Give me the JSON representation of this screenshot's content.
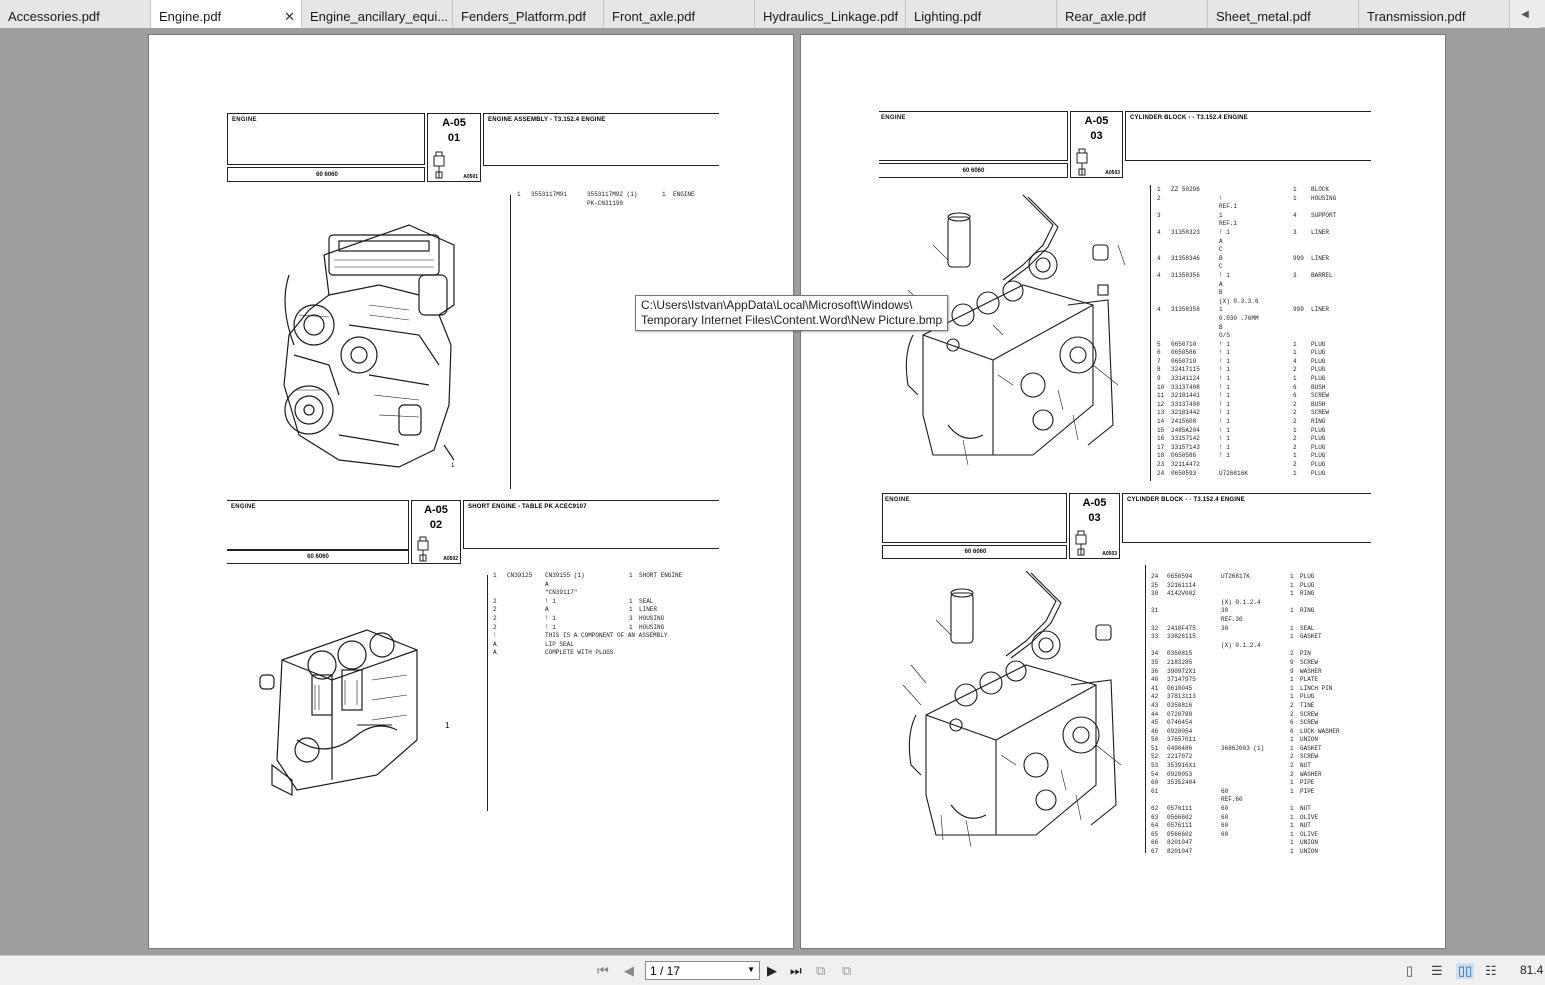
{
  "tabs": [
    {
      "label": "Accessories.pdf",
      "active": false
    },
    {
      "label": "Engine.pdf",
      "active": true
    },
    {
      "label": "Engine_ancillary_equi...",
      "active": false
    },
    {
      "label": "Fenders_Platform.pdf",
      "active": false
    },
    {
      "label": "Front_axle.pdf",
      "active": false
    },
    {
      "label": "Hydraulics_Linkage.pdf",
      "active": false
    },
    {
      "label": "Lighting.pdf",
      "active": false
    },
    {
      "label": "Rear_axle.pdf",
      "active": false
    },
    {
      "label": "Sheet_metal.pdf",
      "active": false
    },
    {
      "label": "Transmission.pdf",
      "active": false
    }
  ],
  "tab_close_glyph": "✕",
  "tooltip": {
    "line1": "C:\\Users\\Istvan\\AppData\\Local\\Microsoft\\Windows\\",
    "line2": "Temporary Internet Files\\Content.Word\\New Picture.bmp"
  },
  "left_page": {
    "block1": {
      "title": "ENGINE",
      "model": "60 6060",
      "ref_a": "A-05",
      "ref_b": "01",
      "plate": "A0501",
      "desc": "ENGINE ASSEMBLY - T3.152.4 ENGINE",
      "parts": [
        {
          "no": "1",
          "pn": "3553117M91",
          "alt": "3553117M92   (1)",
          "qty": "1",
          "name": "ENGINE"
        },
        {
          "no": "",
          "pn": "",
          "alt": "PK-CN31198",
          "qty": "",
          "name": ""
        }
      ]
    },
    "block2": {
      "title": "ENGINE",
      "model": "60 6060",
      "ref_a": "A-05",
      "ref_b": "02",
      "plate": "A0502",
      "desc": "SHORT ENGINE - TABLE PK ACEC9107",
      "callout": "1",
      "parts": [
        {
          "no": "1",
          "pn": "CN39125",
          "alt": "CN39155     (1)",
          "qty": "1",
          "name": "SHORT ENGINE"
        },
        {
          "no": "",
          "pn": "",
          "alt": "A",
          "qty": "",
          "name": ""
        },
        {
          "no": "",
          "pn": "",
          "alt": "\"CN39117\"",
          "qty": "",
          "name": ""
        },
        {
          "no": "2",
          "pn": "",
          "alt": "!   1",
          "qty": "1",
          "name": "SEAL"
        },
        {
          "no": "2",
          "pn": "",
          "alt": "A",
          "qty": "1",
          "name": "LINER"
        },
        {
          "no": "2",
          "pn": "",
          "alt": "!   1",
          "qty": "3",
          "name": "HOUSING"
        },
        {
          "no": "2",
          "pn": "",
          "alt": "!   1",
          "qty": "1",
          "name": "HOUSING"
        },
        {
          "no": "!",
          "pn": "",
          "alt": "THIS IS A COMPONENT OF AN ASSEMBLY",
          "qty": "",
          "name": ""
        },
        {
          "no": "A",
          "pn": "",
          "alt": "LIP SEAL",
          "qty": "",
          "name": ""
        },
        {
          "no": "A",
          "pn": "",
          "alt": "COMPLETE WITH PLUGS",
          "qty": "",
          "name": ""
        }
      ]
    }
  },
  "right_page": {
    "block1": {
      "title": "ENGINE",
      "model": "60 6060",
      "ref_a": "A-05",
      "ref_b": "03",
      "plate": "A0503",
      "desc": "CYLINDER BLOCK -  - T3.152.4 ENGINE",
      "parts": [
        {
          "no": "1",
          "pn": "ZZ 50296",
          "note": "",
          "qty": "1",
          "name": "BLOCK"
        },
        {
          "no": "2",
          "pn": "",
          "note": "!",
          "qty": "1",
          "name": "HOUSING"
        },
        {
          "no": "",
          "pn": "",
          "note": "REF.1",
          "qty": "",
          "name": ""
        },
        {
          "no": "3",
          "pn": "",
          "note": "1",
          "qty": "4",
          "name": "SUPPORT"
        },
        {
          "no": "",
          "pn": "",
          "note": "REF.1",
          "qty": "",
          "name": ""
        },
        {
          "no": "4",
          "pn": "31358323",
          "note": "!  1",
          "qty": "3",
          "name": "LINER"
        },
        {
          "no": "",
          "pn": "",
          "note": "A",
          "qty": "",
          "name": ""
        },
        {
          "no": "",
          "pn": "",
          "note": "C",
          "qty": "",
          "name": ""
        },
        {
          "no": "4",
          "pn": "31358346",
          "note": "B",
          "qty": "999",
          "name": "LINER"
        },
        {
          "no": "",
          "pn": "",
          "note": "C",
          "qty": "",
          "name": ""
        },
        {
          "no": "4",
          "pn": "31358356",
          "note": "!  1",
          "qty": "3",
          "name": "BARREL"
        },
        {
          "no": "",
          "pn": "",
          "note": "A",
          "qty": "",
          "name": ""
        },
        {
          "no": "",
          "pn": "",
          "note": "B",
          "qty": "",
          "name": ""
        },
        {
          "no": "",
          "pn": "",
          "note": "(X) 0.3.3.6",
          "qty": "",
          "name": ""
        },
        {
          "no": "4",
          "pn": "31358358",
          "note": "1",
          "qty": "999",
          "name": "LINER"
        },
        {
          "no": "",
          "pn": "",
          "note": "0.030 .76MM",
          "qty": "",
          "name": ""
        },
        {
          "no": "",
          "pn": "",
          "note": "B",
          "qty": "",
          "name": ""
        },
        {
          "no": "",
          "pn": "",
          "note": "O/S",
          "qty": "",
          "name": ""
        },
        {
          "no": "5",
          "pn": "0650710",
          "note": "!  1",
          "qty": "1",
          "name": "PLUG"
        },
        {
          "no": "6",
          "pn": "0650586",
          "note": "!  1",
          "qty": "1",
          "name": "PLUG"
        },
        {
          "no": "7",
          "pn": "0650710",
          "note": "!  1",
          "qty": "4",
          "name": "PLUG"
        },
        {
          "no": "8",
          "pn": "32417115",
          "note": "!  1",
          "qty": "2",
          "name": "PLUG"
        },
        {
          "no": "9",
          "pn": "33141124",
          "note": "!  1",
          "qty": "1",
          "name": "PLUG"
        },
        {
          "no": "10",
          "pn": "33137408",
          "note": "!  1",
          "qty": "6",
          "name": "BUSH"
        },
        {
          "no": "11",
          "pn": "32181441",
          "note": "!  1",
          "qty": "6",
          "name": "SCREW"
        },
        {
          "no": "12",
          "pn": "33137408",
          "note": "!  1",
          "qty": "2",
          "name": "BUSH"
        },
        {
          "no": "13",
          "pn": "32181442",
          "note": "!  1",
          "qty": "2",
          "name": "SCREW"
        },
        {
          "no": "14",
          "pn": "2415608",
          "note": "!  1",
          "qty": "2",
          "name": "RING"
        },
        {
          "no": "15",
          "pn": "2485A204",
          "note": "!  1",
          "qty": "1",
          "name": "PLUG"
        },
        {
          "no": "16",
          "pn": "33157142",
          "note": "!  1",
          "qty": "2",
          "name": "PLUG"
        },
        {
          "no": "17",
          "pn": "33157143",
          "note": "!  1",
          "qty": "2",
          "name": "PLUG"
        },
        {
          "no": "18",
          "pn": "0650586",
          "note": "!  1",
          "qty": "1",
          "name": "PLUG"
        },
        {
          "no": "23",
          "pn": "32114472",
          "note": "",
          "qty": "2",
          "name": "PLUG"
        },
        {
          "no": "24",
          "pn": "0650593",
          "note": "U726816K",
          "qty": "1",
          "name": "PLUG"
        }
      ]
    },
    "block2": {
      "title": "ENGINE",
      "model": "60 6060",
      "ref_a": "A-05",
      "ref_b": "03",
      "plate": "A0503",
      "desc": "CYLINDER BLOCK -  - T3.152.4 ENGINE",
      "parts": [
        {
          "no": "24",
          "pn": "0650594",
          "note": "UT26817K",
          "qty": "1",
          "name": "PLUG"
        },
        {
          "no": "25",
          "pn": "32161114",
          "note": "",
          "qty": "1",
          "name": "PLUG"
        },
        {
          "no": "30",
          "pn": "4142V002",
          "note": "",
          "qty": "1",
          "name": "RING"
        },
        {
          "no": "",
          "pn": "",
          "note": "(X) 0.1.2.4",
          "qty": "",
          "name": ""
        },
        {
          "no": "31",
          "pn": "",
          "note": "30",
          "qty": "1",
          "name": "RING"
        },
        {
          "no": "",
          "pn": "",
          "note": "REF.30",
          "qty": "",
          "name": ""
        },
        {
          "no": "32",
          "pn": "2418F475",
          "note": "30",
          "qty": "1",
          "name": "SEAL"
        },
        {
          "no": "33",
          "pn": "33826115",
          "note": "",
          "qty": "1",
          "name": "GASKET"
        },
        {
          "no": "",
          "pn": "",
          "note": "(X) 0.1.2.4",
          "qty": "",
          "name": ""
        },
        {
          "no": "34",
          "pn": "0350815",
          "note": "",
          "qty": "2",
          "name": "PIN"
        },
        {
          "no": "35",
          "pn": "2183285",
          "note": "",
          "qty": "9",
          "name": "SCREW"
        },
        {
          "no": "36",
          "pn": "390972X1",
          "note": "",
          "qty": "9",
          "name": "WASHER"
        },
        {
          "no": "40",
          "pn": "37147975",
          "note": "",
          "qty": "1",
          "name": "PLATE"
        },
        {
          "no": "41",
          "pn": "0610045",
          "note": "",
          "qty": "1",
          "name": "LINCH PIN"
        },
        {
          "no": "42",
          "pn": "37813113",
          "note": "",
          "qty": "1",
          "name": "PLUG"
        },
        {
          "no": "43",
          "pn": "0350816",
          "note": "",
          "qty": "2",
          "name": "TINE"
        },
        {
          "no": "44",
          "pn": "0720798",
          "note": "",
          "qty": "2",
          "name": "SCREW"
        },
        {
          "no": "45",
          "pn": "0746454",
          "note": "",
          "qty": "6",
          "name": "SCREW"
        },
        {
          "no": "46",
          "pn": "0920054",
          "note": "",
          "qty": "6",
          "name": "LOCK WASHER"
        },
        {
          "no": "50",
          "pn": "37657011",
          "note": "",
          "qty": "1",
          "name": "UNION"
        },
        {
          "no": "51",
          "pn": "0490486",
          "note": "3686J003   (1)",
          "qty": "1",
          "name": "GASKET"
        },
        {
          "no": "52",
          "pn": "2217072",
          "note": "",
          "qty": "2",
          "name": "SCREW"
        },
        {
          "no": "53",
          "pn": "353916X1",
          "note": "",
          "qty": "2",
          "name": "NUT"
        },
        {
          "no": "54",
          "pn": "0920053",
          "note": "",
          "qty": "2",
          "name": "WASHER"
        },
        {
          "no": "60",
          "pn": "35352404",
          "note": "",
          "qty": "1",
          "name": "PIPE"
        },
        {
          "no": "61",
          "pn": "",
          "note": "60",
          "qty": "1",
          "name": "PIPE"
        },
        {
          "no": "",
          "pn": "",
          "note": "REF.60",
          "qty": "",
          "name": ""
        },
        {
          "no": "62",
          "pn": "0576111",
          "note": "60",
          "qty": "1",
          "name": "NUT"
        },
        {
          "no": "63",
          "pn": "0566602",
          "note": "60",
          "qty": "1",
          "name": "OLIVE"
        },
        {
          "no": "64",
          "pn": "0576111",
          "note": "60",
          "qty": "1",
          "name": "NUT"
        },
        {
          "no": "65",
          "pn": "0566602",
          "note": "60",
          "qty": "1",
          "name": "OLIVE"
        },
        {
          "no": "66",
          "pn": "8201047",
          "note": "",
          "qty": "1",
          "name": "UNION"
        },
        {
          "no": "67",
          "pn": "8201047",
          "note": "",
          "qty": "1",
          "name": "UNION"
        }
      ]
    }
  },
  "toolbar": {
    "page_indicator": "1 / 17",
    "zoom": "81.4"
  }
}
